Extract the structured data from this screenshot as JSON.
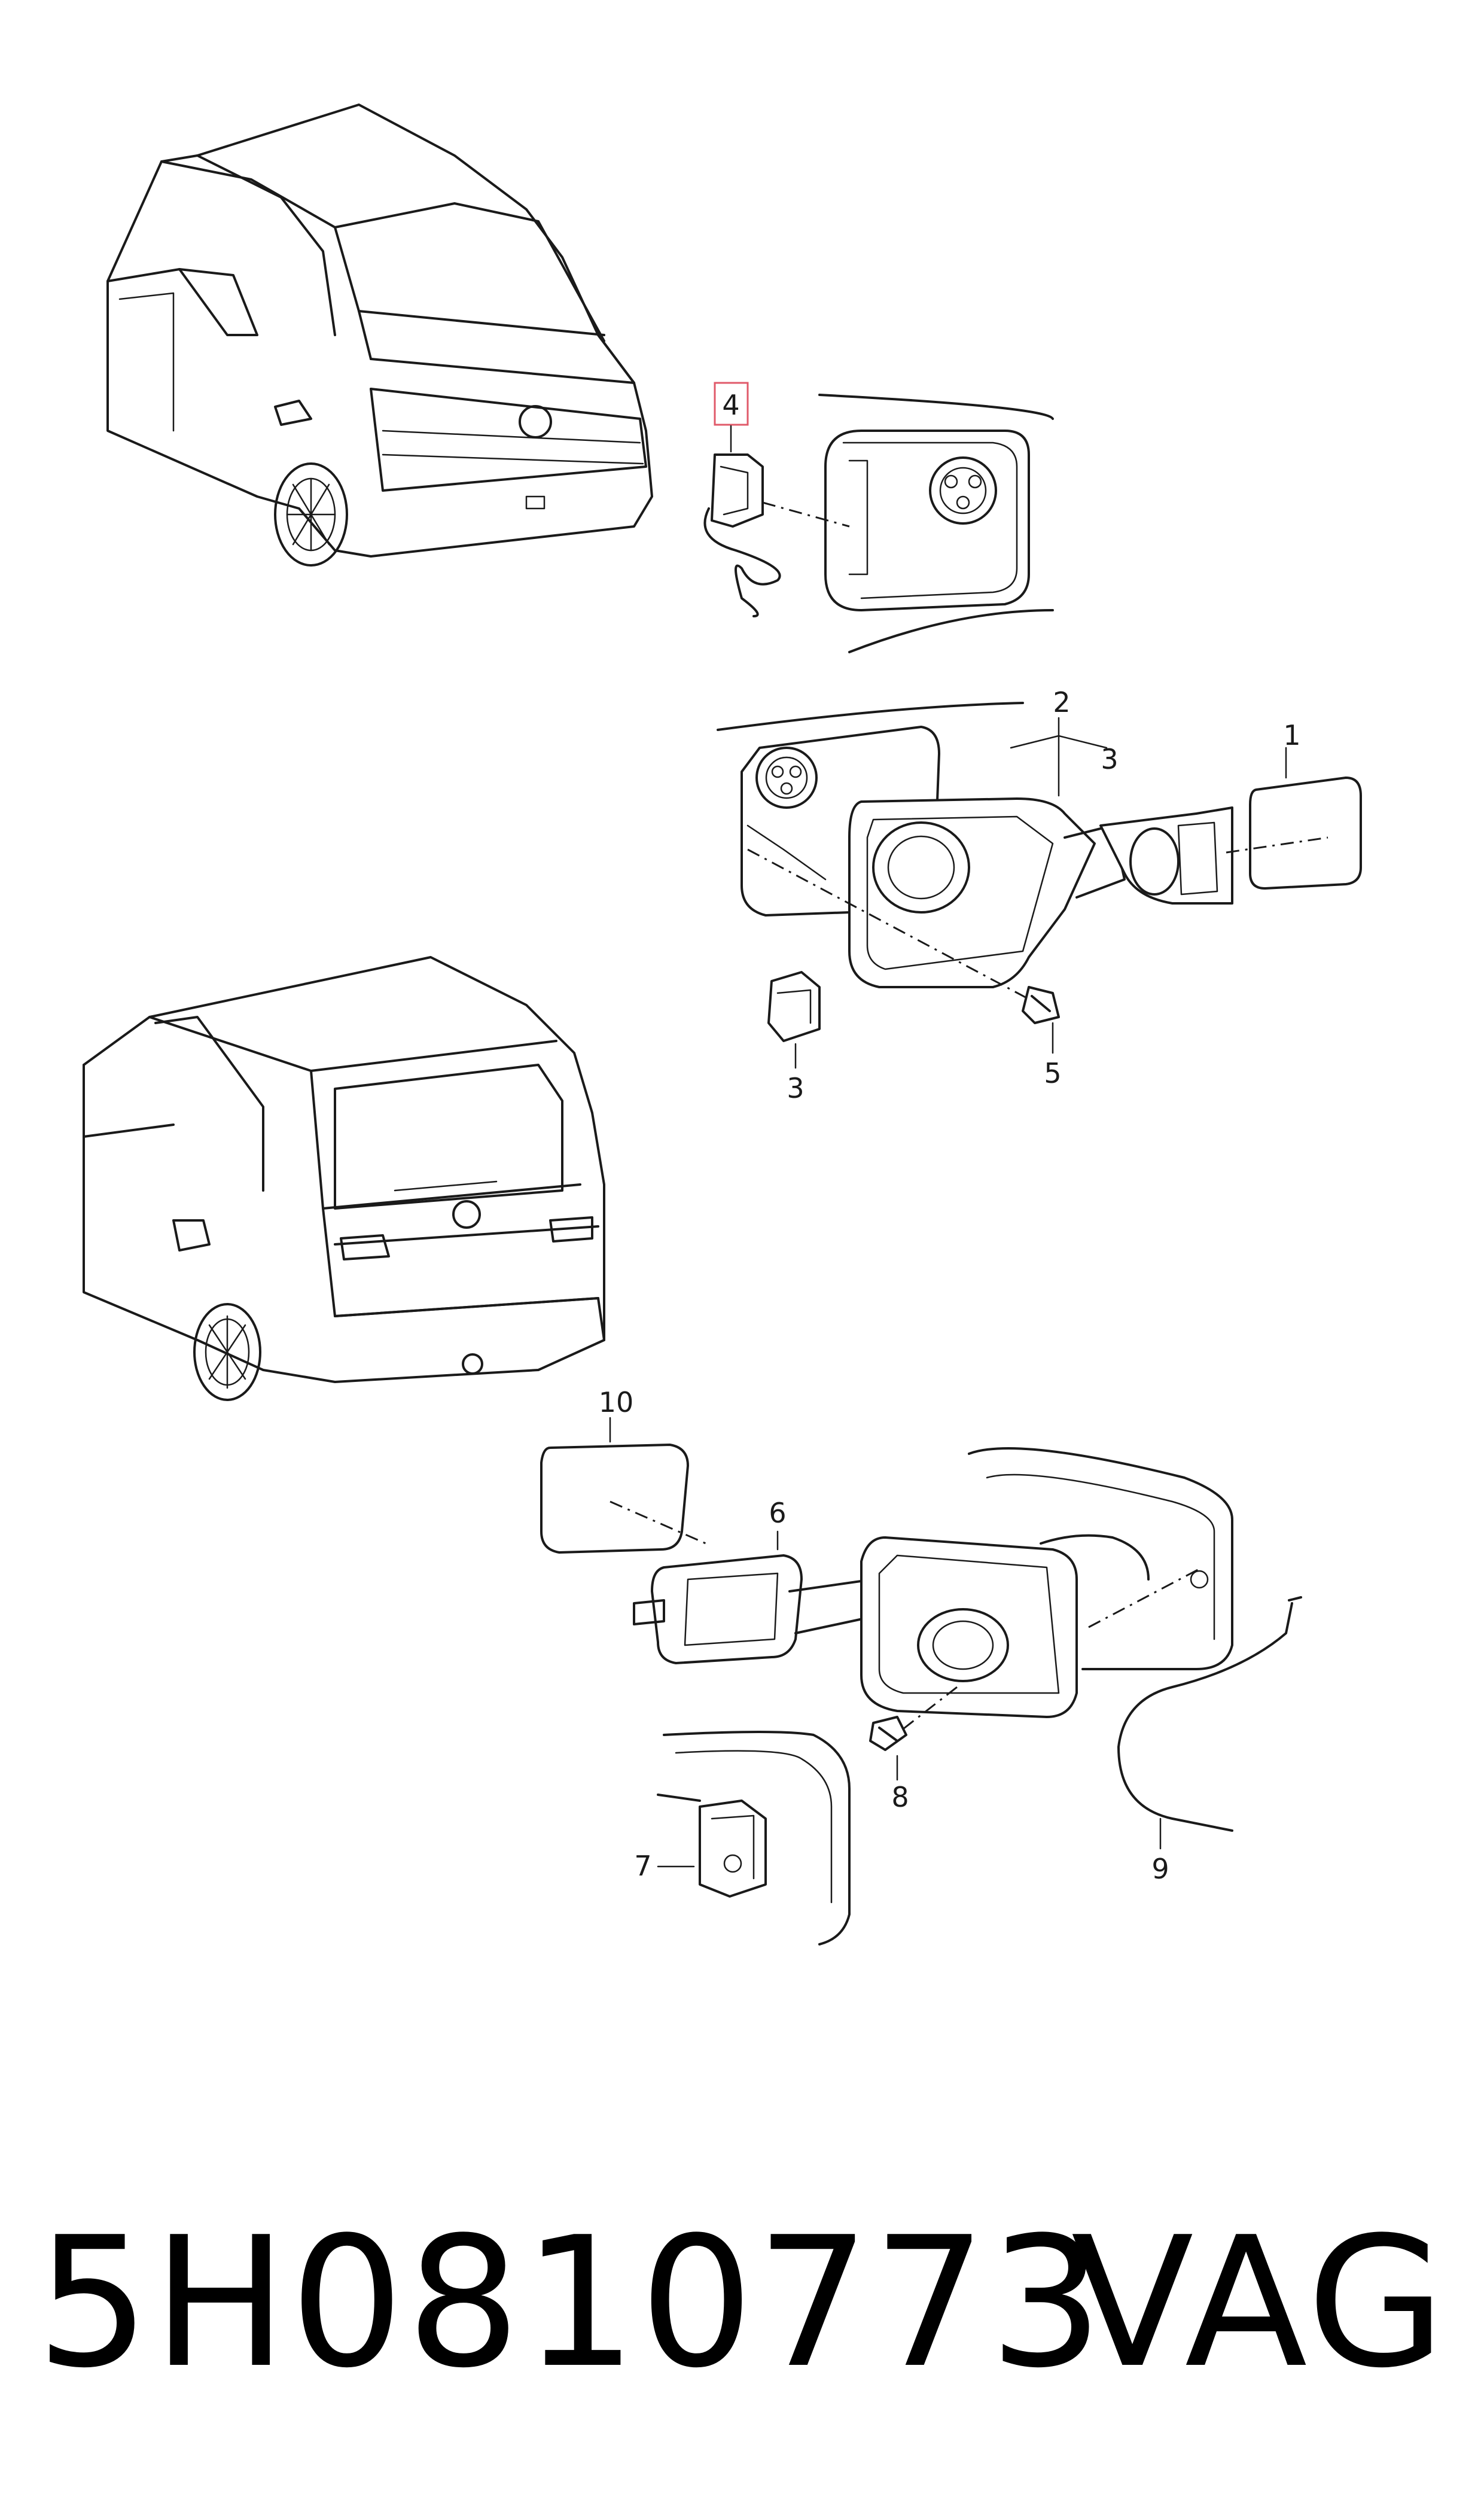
{
  "callouts": {
    "c1": "1",
    "c2": "2",
    "c3a": "3",
    "c3b": "3",
    "c4": "4",
    "c5": "5",
    "c6": "6",
    "c7": "7",
    "c8": "8",
    "c9": "9",
    "c10": "10"
  },
  "footer": {
    "part_number": "5H0810773",
    "brand": "VAG"
  },
  "colors": {
    "highlight_box": "#e05a6a",
    "ink": "#1a1a1a"
  }
}
